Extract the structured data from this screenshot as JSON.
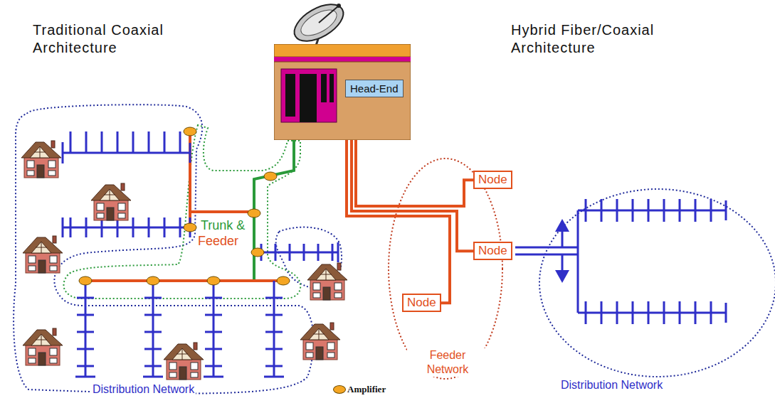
{
  "diagram": {
    "nodes": [
      {
        "text": [
          "Head-End"
        ]
      },
      {
        "text": [
          "Node"
        ]
      },
      {
        "text": [
          "Node"
        ]
      },
      {
        "text": [
          "Node"
        ]
      }
    ],
    "edges": [
      {
        "from": 0,
        "to": 1,
        "arrow": "none"
      },
      {
        "from": 0,
        "to": 2,
        "arrow": "none"
      },
      {
        "from": 0,
        "to": 3,
        "arrow": "none"
      }
    ],
    "labels": [
      "Traditional Coaxial Architecture",
      "Hybrid Fiber/Coaxial Architecture",
      "Trunk &",
      "Feeder",
      "Feeder Network",
      "Distribution Network",
      "Distribution Network"
    ],
    "legend": [
      {
        "text": "Amplifier",
        "color": "#f5a623"
      }
    ]
  }
}
